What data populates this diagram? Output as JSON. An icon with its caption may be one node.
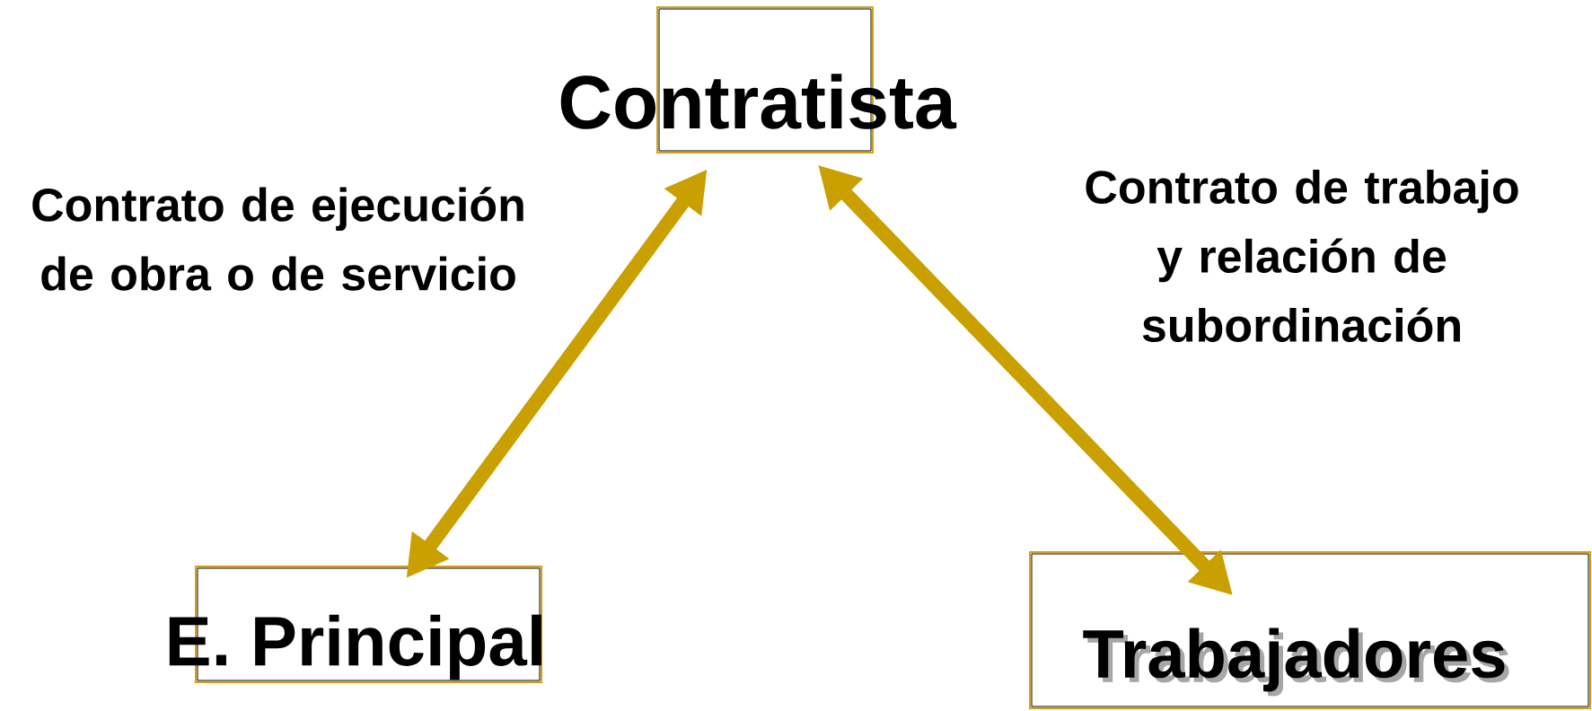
{
  "diagram": {
    "nodes": [
      {
        "text": [
          "Contratista"
        ]
      },
      {
        "text": [
          "E. Principal"
        ]
      },
      {
        "text": [
          "Trabajadores"
        ]
      }
    ],
    "edges": [
      {
        "from": 0,
        "to": 1,
        "arrow": "both",
        "label": "Contrato de ejecución de obra o de servicio"
      },
      {
        "from": 0,
        "to": 2,
        "arrow": "both",
        "label": "Contrato de trabajo y relación de subordinación"
      }
    ]
  }
}
